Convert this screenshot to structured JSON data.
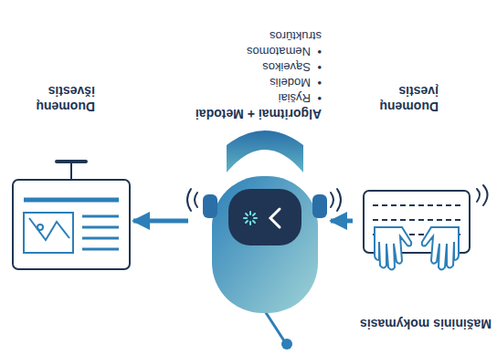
{
  "diagram": {
    "title": "Mašininis mokymasis",
    "nodes": [
      {
        "text": [
          "Duomenų įvestis"
        ]
      },
      {
        "text": [
          "Algoritmai + Metodai",
          "Ryšiai",
          "Modelis",
          "Sąveikos",
          "Nematomos struktūros"
        ]
      },
      {
        "text": [
          "Duomenų išvestis"
        ]
      }
    ],
    "edges": [
      {
        "from": 0,
        "to": 1,
        "arrow": "to"
      },
      {
        "from": 1,
        "to": 2,
        "arrow": "to"
      }
    ]
  }
}
